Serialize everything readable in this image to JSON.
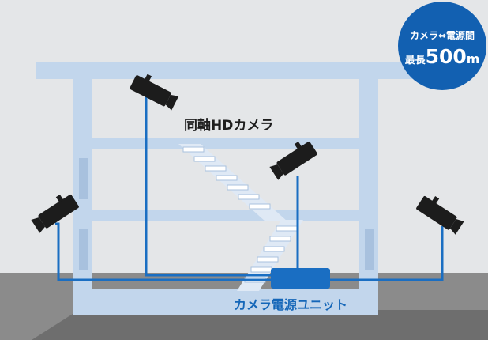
{
  "labels": {
    "camera": "同軸HDカメラ",
    "power_unit": "カメラ電源ユニット"
  },
  "badge": {
    "line1": "カメラ⇔電源間",
    "prefix": "最長",
    "distance": "500",
    "unit": "m"
  },
  "colors": {
    "sky": "#e4e6e8",
    "ground": "#8b8b8b",
    "building": "#c2d6ec",
    "building_dark": "#a8c1de",
    "cable": "#1a6ec2",
    "unit_box": "#1a6ec2",
    "camera": "#1c1c1c",
    "badge": "#1260b1"
  },
  "icons": [
    "camera-icon",
    "power-unit-icon",
    "stairs-icon"
  ]
}
